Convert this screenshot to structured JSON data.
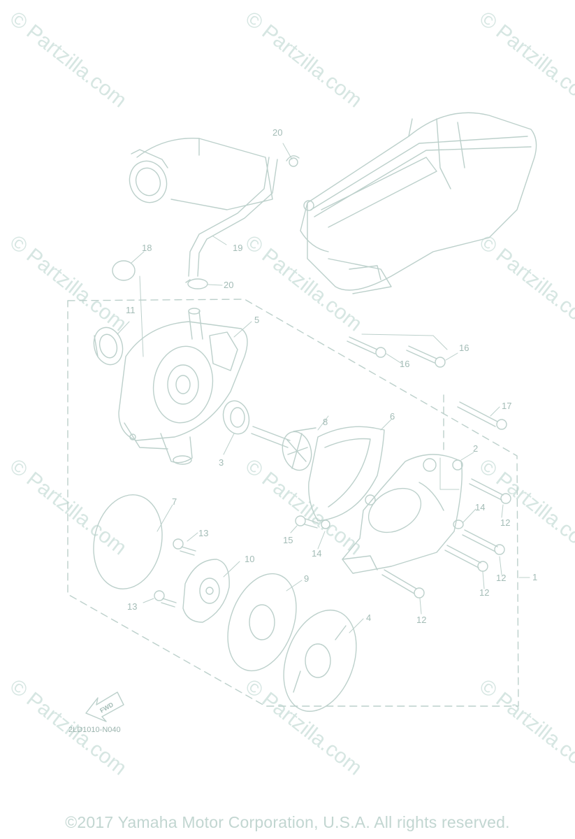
{
  "watermark": "© Partzilla.com",
  "diagram_code": "2LD1010-N040",
  "fwd_label": "FWD",
  "copyright": "©2017 Yamaha Motor Corporation, U.S.A. All rights reserved.",
  "callouts": {
    "c20a": "20",
    "c19": "19",
    "c18": "18",
    "c20b": "20",
    "c11": "11",
    "c5": "5",
    "c16a": "16",
    "c16b": "16",
    "c17": "17",
    "c8": "8",
    "c6": "6",
    "c3": "3",
    "c2": "2",
    "c7": "7",
    "c14a": "14",
    "c12a": "12",
    "c15": "15",
    "c14b": "14",
    "c13a": "13",
    "c10": "10",
    "c9": "9",
    "c12b": "12",
    "c1": "1",
    "c12c": "12",
    "c13b": "13",
    "c12d": "12",
    "c4": "4"
  },
  "colors": {
    "line": "#bcd0cb",
    "text": "#a3bcb6",
    "watermark": "#d6e6e2"
  }
}
